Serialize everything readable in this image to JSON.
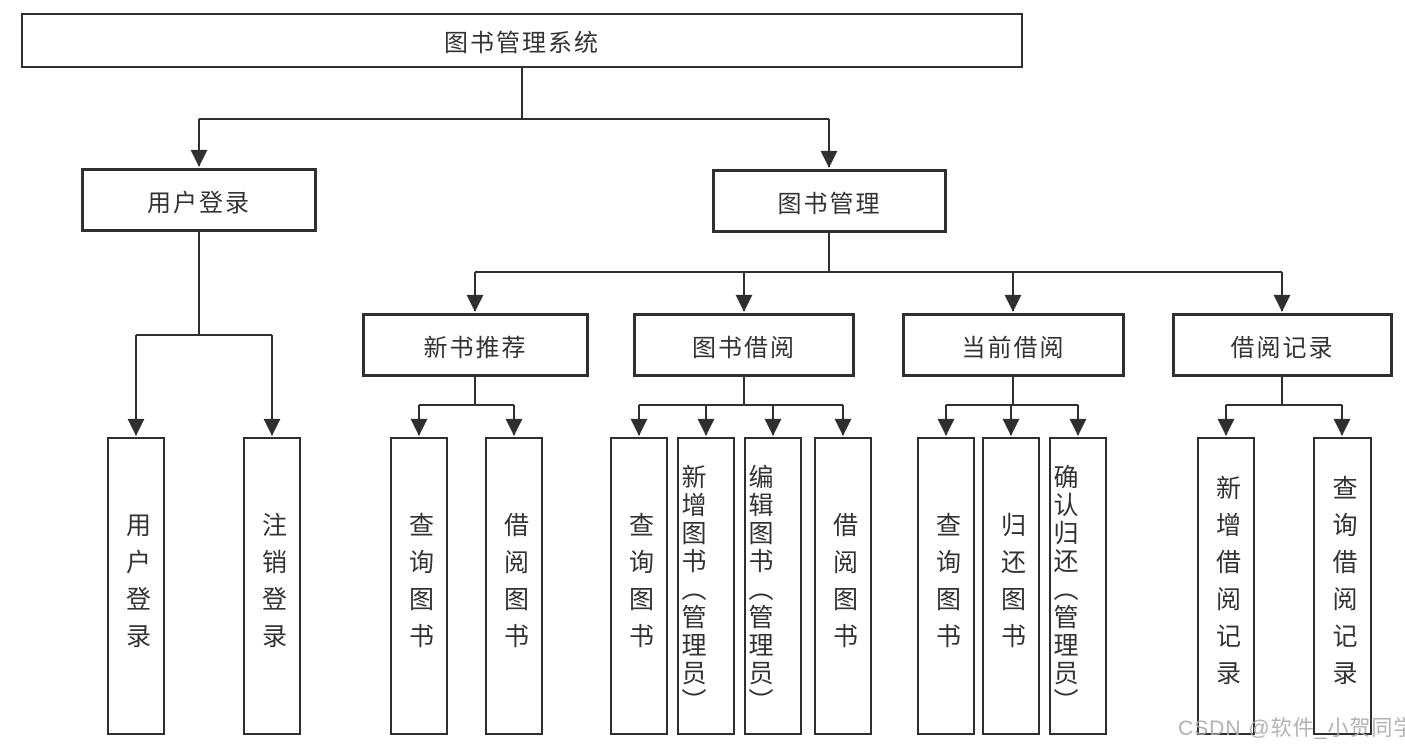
{
  "diagram": {
    "root": {
      "label": "图书管理系统",
      "children": [
        {
          "label": "用户登录",
          "children": [
            {
              "label": "用户登录"
            },
            {
              "label": "注销登录"
            }
          ]
        },
        {
          "label": "图书管理",
          "children": [
            {
              "label": "新书推荐",
              "children": [
                {
                  "label": "查询图书"
                },
                {
                  "label": "借阅图书"
                }
              ]
            },
            {
              "label": "图书借阅",
              "children": [
                {
                  "label": "查询图书"
                },
                {
                  "label": "新增图书（管理员）"
                },
                {
                  "label": "编辑图书（管理员）"
                },
                {
                  "label": "借阅图书"
                }
              ]
            },
            {
              "label": "当前借阅",
              "children": [
                {
                  "label": "查询图书"
                },
                {
                  "label": "归还图书"
                },
                {
                  "label": "确认归还（管理员）"
                }
              ]
            },
            {
              "label": "借阅记录",
              "children": [
                {
                  "label": "新增借阅记录"
                },
                {
                  "label": "查询借阅记录"
                }
              ]
            }
          ]
        }
      ]
    }
  },
  "watermark": {
    "text": "CSDN @软件_小贺同学"
  },
  "colors": {
    "line": "#2f2f2f",
    "node_border": "#2f2f2f",
    "text": "#333333",
    "background": "#ffffff",
    "watermark": "#aaaaaa"
  }
}
